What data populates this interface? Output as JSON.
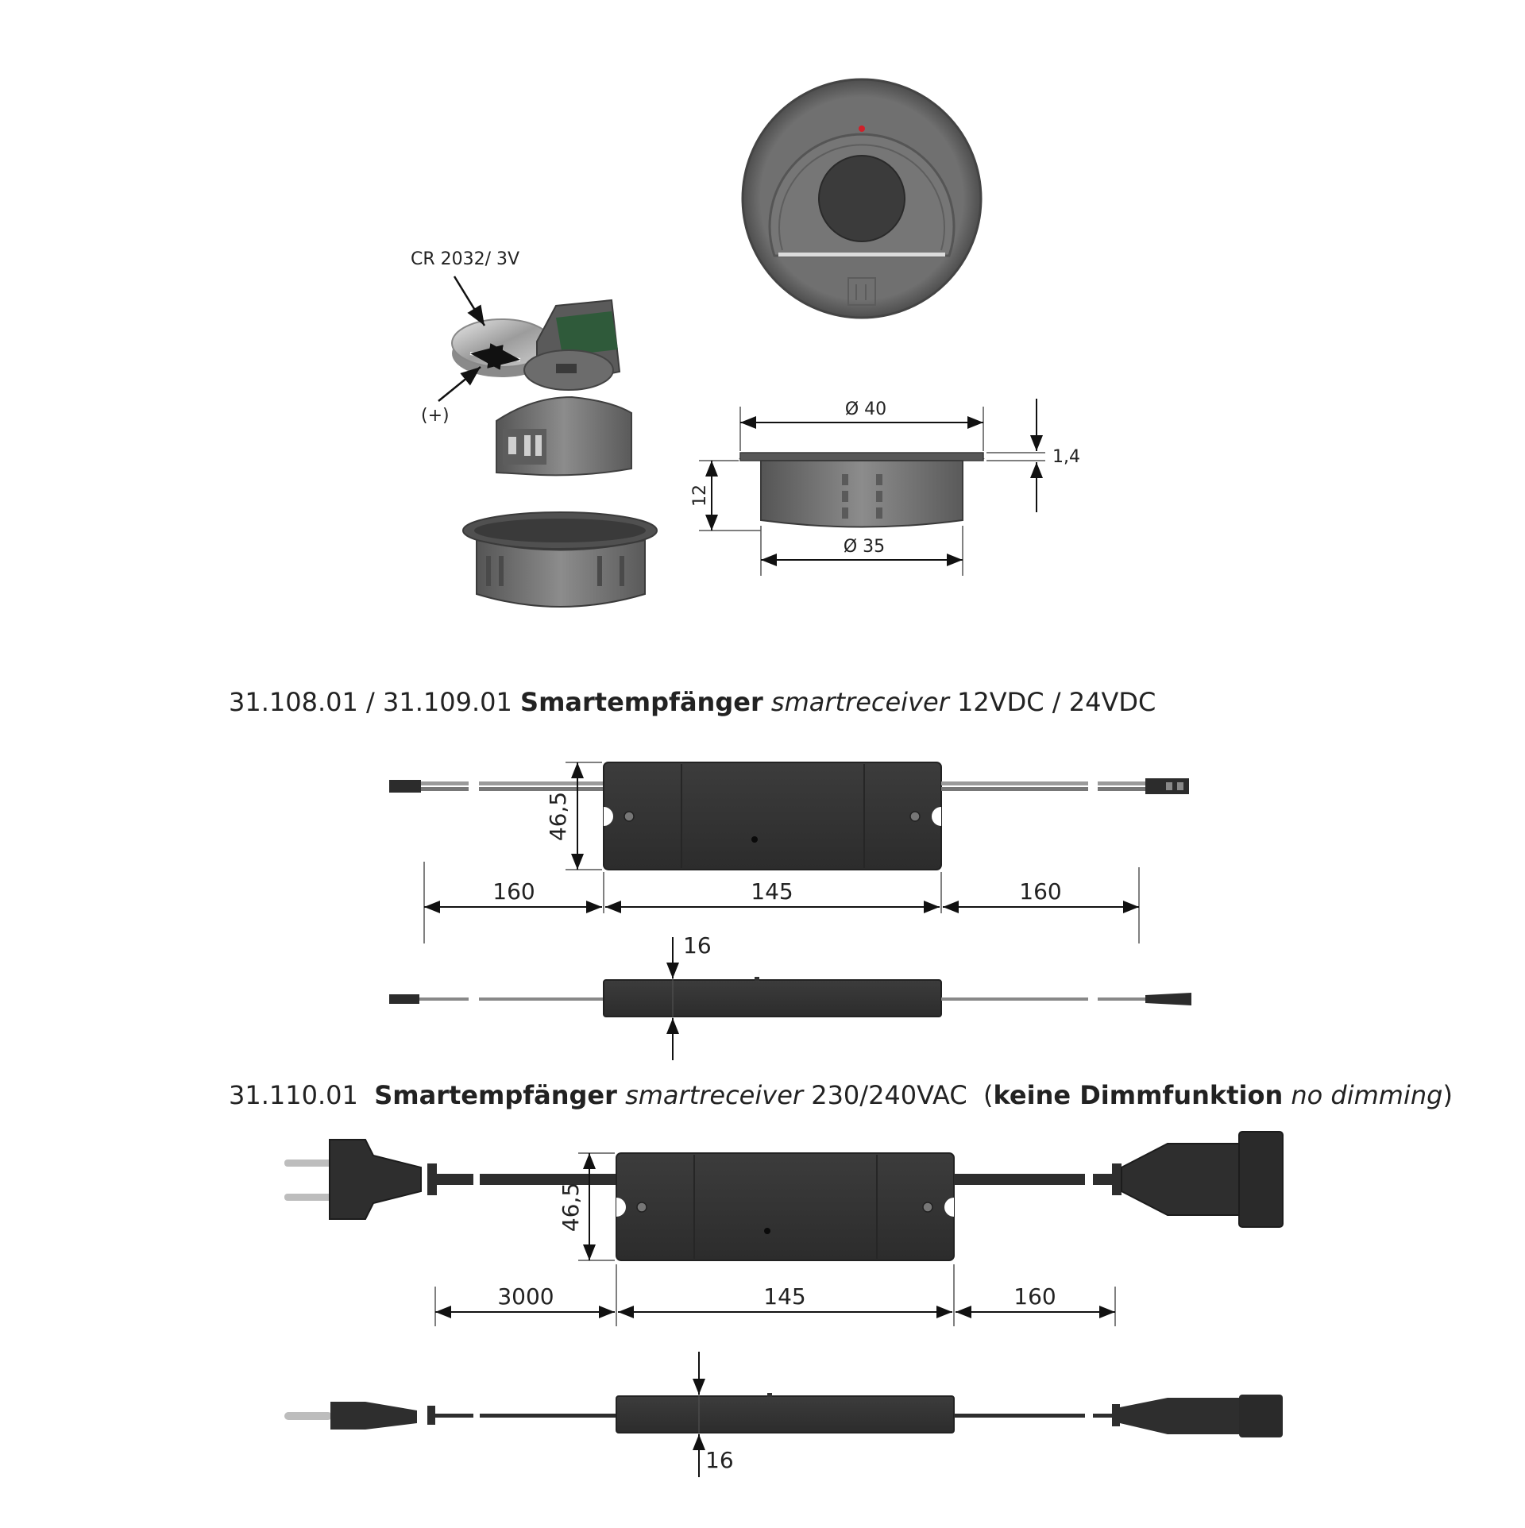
{
  "battery": {
    "label": "CR 2032/ 3V",
    "polarity": "(+)"
  },
  "housing_dims": {
    "outer_diameter": "Ø 40",
    "inner_diameter": "Ø 35",
    "flange_height": "1,4",
    "body_height": "12"
  },
  "receiver_dc": {
    "part_numbers": "31.108.01 / 31.109.01",
    "name_de": "Smartempfänger",
    "name_en": "smartreceiver",
    "voltage": "12VDC / 24VDC",
    "dim_height": "46,5",
    "dim_left_cable": "160",
    "dim_body": "145",
    "dim_right_cable": "160",
    "dim_thickness": "16"
  },
  "receiver_ac": {
    "part_number": "31.110.01",
    "name_de": "Smartempfänger",
    "name_en": "smartreceiver",
    "voltage": "230/240VAC",
    "note_open": "(",
    "note_de": "keine Dimmfunktion",
    "note_en": "no dimming",
    "note_close": ")",
    "dim_height": "46,5",
    "dim_left_cable": "3000",
    "dim_body": "145",
    "dim_right_cable": "160",
    "dim_thickness": "16"
  },
  "colors": {
    "housing_grey": "#6b6b6b",
    "housing_light": "#8a8a8a",
    "device_dark": "#3a3a3a",
    "cable_grey": "#9a9a9a",
    "led_red": "#d0202a",
    "pcb_green": "#2f5a3a"
  }
}
